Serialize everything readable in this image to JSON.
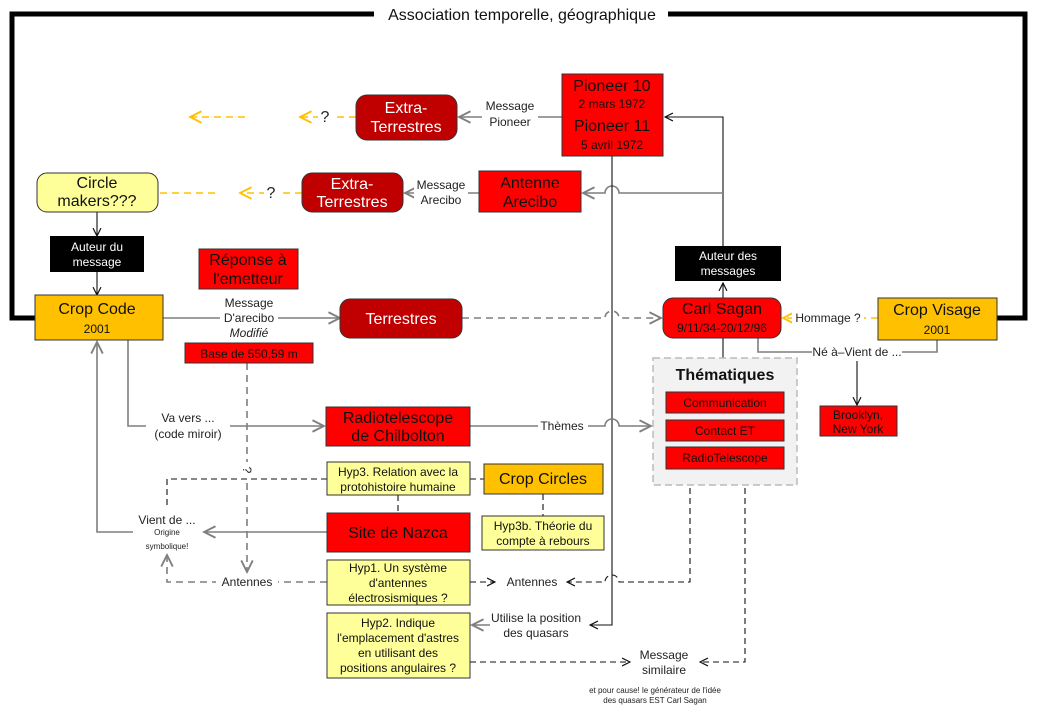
{
  "title": "Association temporelle, géographique",
  "colors": {
    "dark_red": "#c00000",
    "red": "#ff0000",
    "orange": "#ffc000",
    "light_yellow": "#ffff99",
    "black": "#000000",
    "panel_gray": "#f2f2f2"
  },
  "nodes": {
    "pioneer": {
      "l1": "Pioneer 10",
      "l2": "2 mars 1972",
      "l3": "Pioneer 11",
      "l4": "5 avril 1972"
    },
    "et1": {
      "l1": "Extra-",
      "l2": "Terrestres"
    },
    "et2": {
      "l1": "Extra-",
      "l2": "Terrestres"
    },
    "arecibo": {
      "l1": "Antenne",
      "l2": "Arecibo"
    },
    "circle_makers": {
      "l1": "Circle",
      "l2": "makers???"
    },
    "auteur_message": {
      "l1": "Auteur du",
      "l2": "message"
    },
    "crop_code": {
      "l1": "Crop Code",
      "l2": "2001"
    },
    "reponse": {
      "l1": "Réponse à",
      "l2": "l'emetteur"
    },
    "terrestres": {
      "l1": "Terrestres"
    },
    "base": {
      "l1": "Base de 550,59 m"
    },
    "carl_sagan": {
      "l1": "Carl Sagan",
      "l2": "9/11/34-20/12/96"
    },
    "auteur_messages": {
      "l1": "Auteur des",
      "l2": "messages"
    },
    "crop_visage": {
      "l1": "Crop Visage",
      "l2": "2001"
    },
    "brooklyn": {
      "l1": "Brooklyn,",
      "l2": "New York"
    },
    "thematiques": {
      "title": "Thématiques",
      "items": [
        "Communication",
        "Contact ET",
        "RadioTelescope"
      ]
    },
    "radiotelescope": {
      "l1": "Radiotelescope",
      "l2": "de Chilbolton"
    },
    "hyp3": {
      "l1": "Hyp3. Relation avec la",
      "l2": "protohistoire humaine"
    },
    "crop_circles": {
      "l1": "Crop Circles"
    },
    "hyp3b": {
      "l1": "Hyp3b. Théorie du",
      "l2": "compte à rebours"
    },
    "nazca": {
      "l1": "Site de Nazca"
    },
    "hyp1": {
      "l1": "Hyp1. Un système",
      "l2": "d'antennes",
      "l3": "électrosismiques ?"
    },
    "hyp2": {
      "l1": "Hyp2. Indique",
      "l2": "l'emplacement d'astres",
      "l3": "en utilisant des",
      "l4": "positions angulaires ?"
    }
  },
  "edges": {
    "message_pioneer": {
      "l1": "Message",
      "l2": "Pioneer"
    },
    "message_arecibo": {
      "l1": "Message",
      "l2": "Arecibo"
    },
    "q1": "?",
    "q2": "?",
    "q3": "?",
    "message_darecibo": {
      "l1": "Message",
      "l2": "D'arecibo",
      "l3": "Modifié"
    },
    "hommage": "Hommage ?",
    "ne_a": "Né à–Vient de ...",
    "va_vers": {
      "l1": "Va vers ...",
      "l2": "(code miroir)"
    },
    "themes": "Thèmes",
    "vient_de": {
      "l1": "Vient de ...",
      "l2": "Origine",
      "l3": "symbolique!"
    },
    "antennes_left": "Antennes",
    "antennes_right": "Antennes",
    "quasars": {
      "l1": "Utilise la position",
      "l2": "des quasars"
    },
    "message_similaire": {
      "l1": "Message",
      "l2": "similaire"
    }
  },
  "footnote": {
    "l1": "et pour cause! le générateur de l'idée",
    "l2": "des quasars EST Carl Sagan"
  }
}
